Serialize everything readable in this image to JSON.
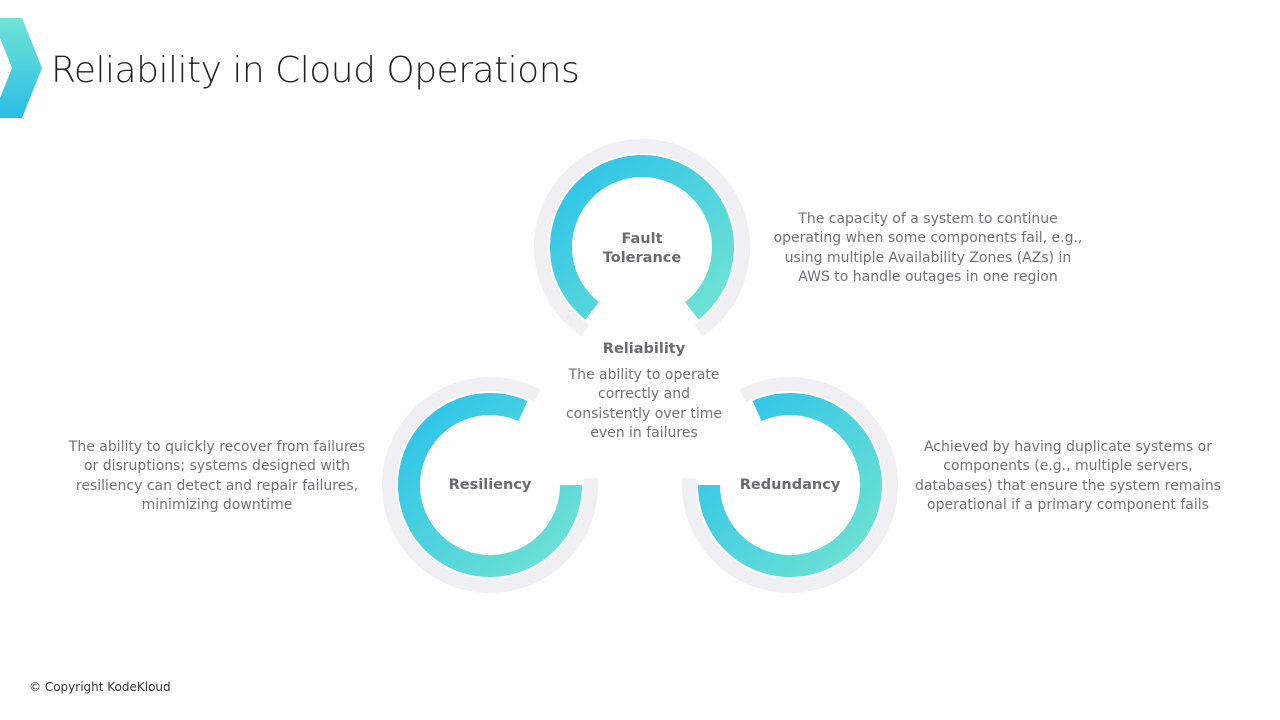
{
  "title": "Reliability in Cloud Operations",
  "colors": {
    "gradient_start": "#2bc2ea",
    "gradient_end": "#72e3d2",
    "halo": "#f0eff3",
    "text": "#6b6b70"
  },
  "center": {
    "label": "Reliability",
    "description": "The ability to operate correctly and consistently over time even in failures"
  },
  "nodes": [
    {
      "label_line1": "Fault",
      "label_line2": "Tolerance",
      "description": "The capacity of a system to continue operating when some components fail, e.g., using multiple Availability Zones (AZs) in AWS to handle outages in one region"
    },
    {
      "label": "Resiliency",
      "description": "The ability to quickly recover from failures or disruptions; systems designed with resiliency can detect and repair failures, minimizing downtime"
    },
    {
      "label": "Redundancy",
      "description": "Achieved by having duplicate systems or components (e.g., multiple servers, databases) that ensure the system remains operational if a primary component fails"
    }
  ],
  "footer": "© Copyright KodeKloud"
}
